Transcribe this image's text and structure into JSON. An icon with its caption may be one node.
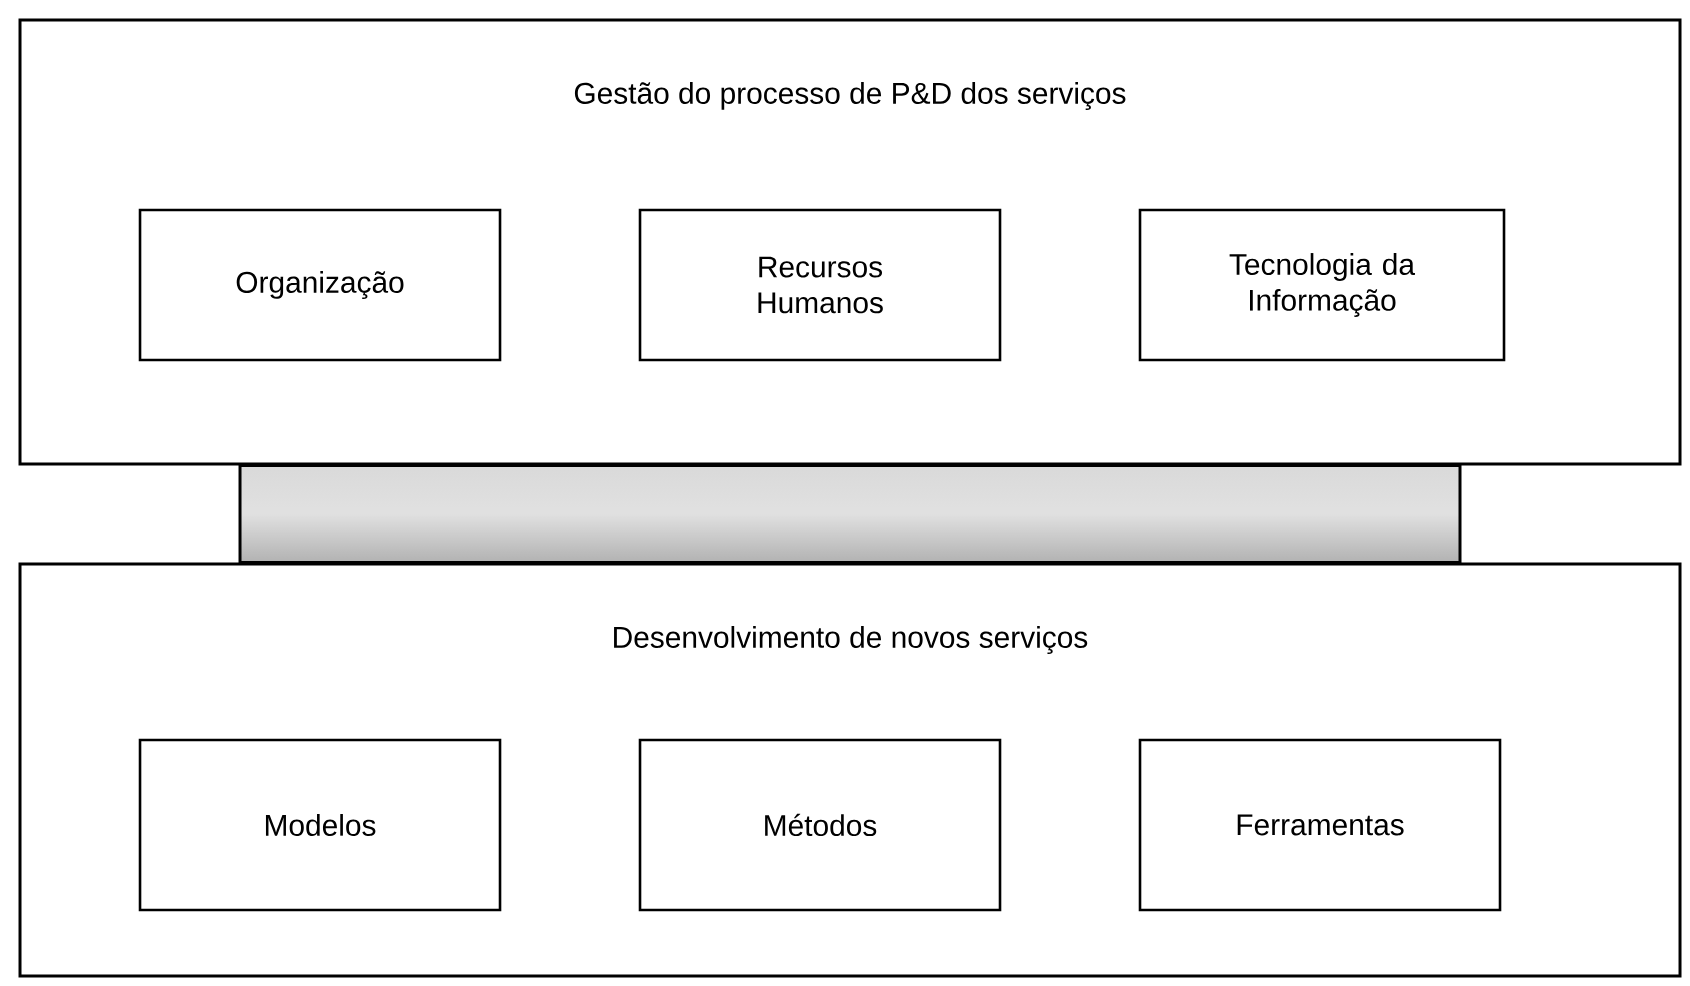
{
  "diagram": {
    "nodes": [
      {
        "text": [
          "Gestão do processo de P&D dos serviços"
        ]
      },
      {
        "text": [
          "Organização"
        ],
        "in": 0
      },
      {
        "text": [
          "Recursos Humanos"
        ],
        "in": 0
      },
      {
        "text": [
          "Tecnologia da Informação"
        ],
        "in": 0
      },
      {
        "text": [
          "Desenvolvimento de novos serviços"
        ]
      },
      {
        "text": [
          "Modelos"
        ],
        "in": 4
      },
      {
        "text": [
          "Métodos"
        ],
        "in": 4
      },
      {
        "text": [
          "Ferramentas"
        ],
        "in": 4
      }
    ],
    "edges": [
      {
        "from": 0,
        "to": 4,
        "arrow": "none",
        "style": "thick"
      }
    ]
  }
}
